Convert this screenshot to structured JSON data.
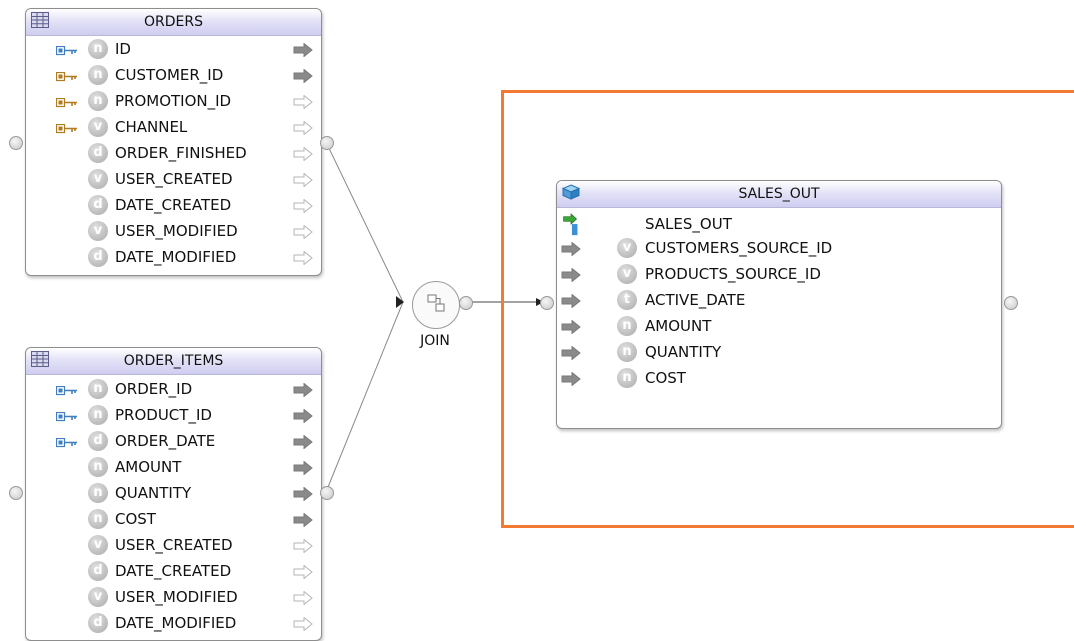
{
  "orders": {
    "title": "ORDERS",
    "columns": [
      {
        "name": "ID",
        "badge": "n",
        "key": "blue",
        "arrow": "solid"
      },
      {
        "name": "CUSTOMER_ID",
        "badge": "n",
        "key": "gold",
        "arrow": "solid"
      },
      {
        "name": "PROMOTION_ID",
        "badge": "n",
        "key": "gold",
        "arrow": "hollow"
      },
      {
        "name": "CHANNEL",
        "badge": "v",
        "key": "gold",
        "arrow": "hollow"
      },
      {
        "name": "ORDER_FINISHED",
        "badge": "d",
        "key": "",
        "arrow": "hollow"
      },
      {
        "name": "USER_CREATED",
        "badge": "v",
        "key": "",
        "arrow": "hollow"
      },
      {
        "name": "DATE_CREATED",
        "badge": "d",
        "key": "",
        "arrow": "hollow"
      },
      {
        "name": "USER_MODIFIED",
        "badge": "v",
        "key": "",
        "arrow": "hollow"
      },
      {
        "name": "DATE_MODIFIED",
        "badge": "d",
        "key": "",
        "arrow": "hollow"
      }
    ]
  },
  "order_items": {
    "title": "ORDER_ITEMS",
    "columns": [
      {
        "name": "ORDER_ID",
        "badge": "n",
        "key": "blue",
        "arrow": "solid"
      },
      {
        "name": "PRODUCT_ID",
        "badge": "n",
        "key": "blue",
        "arrow": "solid"
      },
      {
        "name": "ORDER_DATE",
        "badge": "d",
        "key": "blue",
        "arrow": "solid"
      },
      {
        "name": "AMOUNT",
        "badge": "n",
        "key": "",
        "arrow": "solid"
      },
      {
        "name": "QUANTITY",
        "badge": "n",
        "key": "",
        "arrow": "solid"
      },
      {
        "name": "COST",
        "badge": "n",
        "key": "",
        "arrow": "solid"
      },
      {
        "name": "USER_CREATED",
        "badge": "v",
        "key": "",
        "arrow": "hollow"
      },
      {
        "name": "DATE_CREATED",
        "badge": "d",
        "key": "",
        "arrow": "hollow"
      },
      {
        "name": "USER_MODIFIED",
        "badge": "v",
        "key": "",
        "arrow": "hollow"
      },
      {
        "name": "DATE_MODIFIED",
        "badge": "d",
        "key": "",
        "arrow": "hollow"
      }
    ]
  },
  "join": {
    "label": "JOIN"
  },
  "sales_out": {
    "title": "SALES_OUT",
    "target_label": "SALES_OUT",
    "columns": [
      {
        "name": "CUSTOMERS_SOURCE_ID",
        "badge": "v"
      },
      {
        "name": "PRODUCTS_SOURCE_ID",
        "badge": "v"
      },
      {
        "name": "ACTIVE_DATE",
        "badge": "t"
      },
      {
        "name": "AMOUNT",
        "badge": "n"
      },
      {
        "name": "QUANTITY",
        "badge": "n"
      },
      {
        "name": "COST",
        "badge": "n"
      }
    ]
  },
  "colors": {
    "selection": "#f47a33",
    "header": "#d6d4f3",
    "key_blue": "#3f7fc0",
    "key_gold": "#b07a20"
  }
}
